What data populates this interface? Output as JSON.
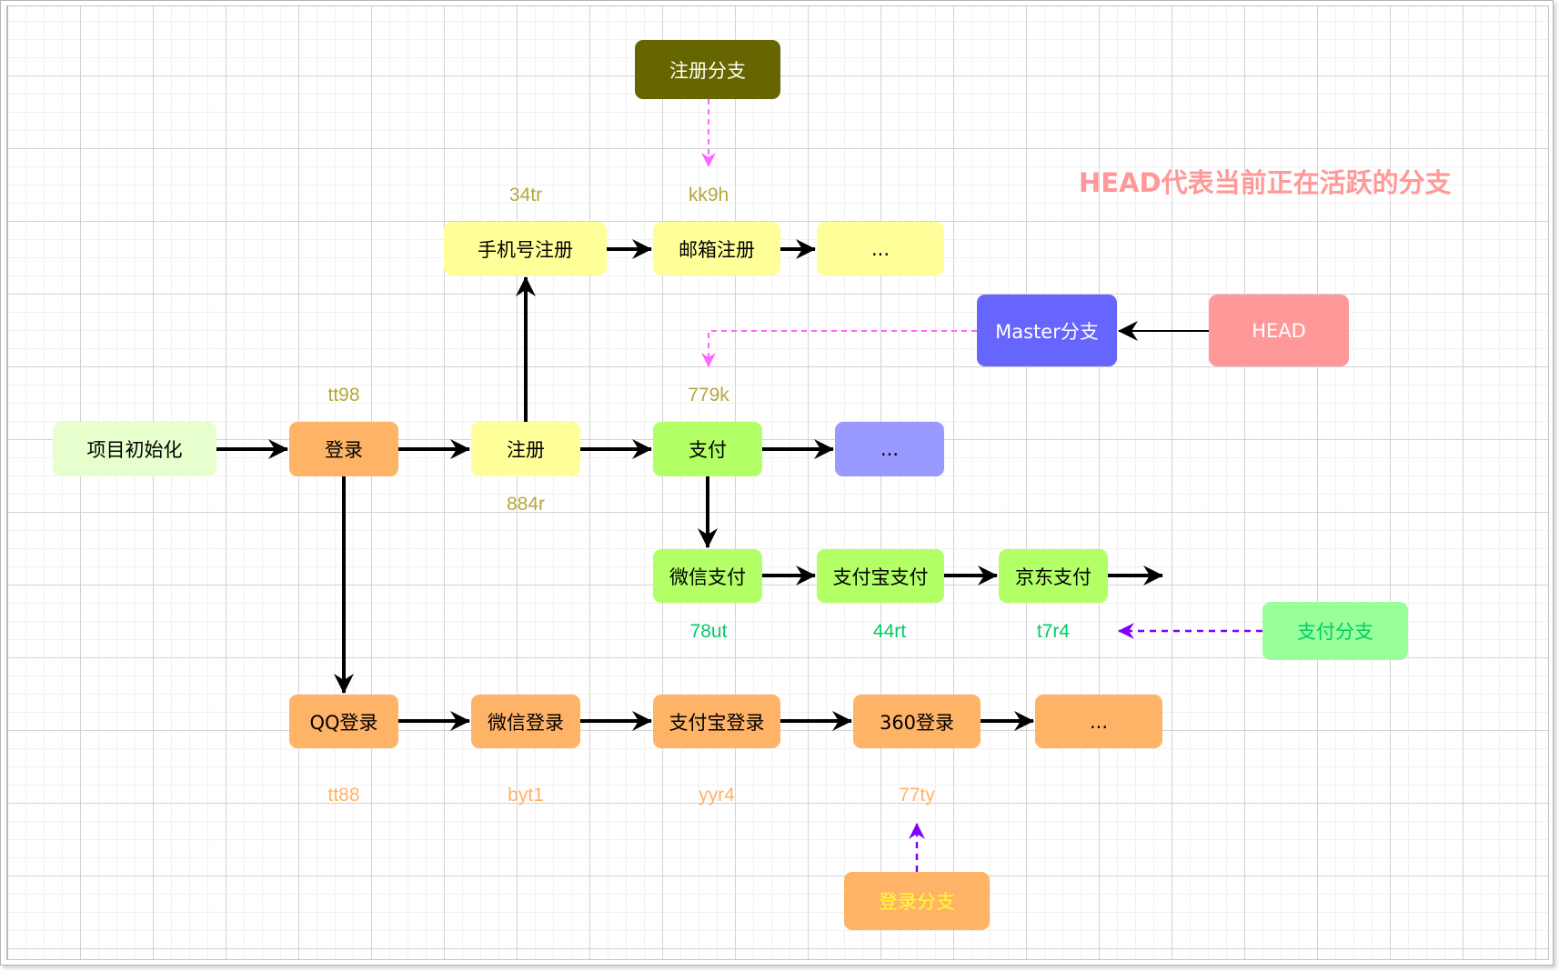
{
  "title": "HEAD代表当前正在活跃的分支",
  "colors": {
    "arrow": "#000000",
    "register_pointer": "#ff66ff",
    "branch_pointer": "#7f00ff",
    "commit_label_olive": "#b3a83b",
    "commit_label_green": "#00cc66",
    "commit_label_orange": "#ffb366",
    "title": "#ff9999"
  },
  "main_line": {
    "nodes": [
      {
        "label": "项目初始化"
      },
      {
        "label": "登录",
        "commit": "tt98"
      },
      {
        "label": "注册",
        "commit": "884r"
      },
      {
        "label": "支付",
        "commit": "779k"
      },
      {
        "label": "..."
      }
    ]
  },
  "register_line": {
    "nodes": [
      {
        "label": "手机号注册",
        "commit": "34tr"
      },
      {
        "label": "邮箱注册",
        "commit": "kk9h"
      },
      {
        "label": "..."
      }
    ],
    "branch": "注册分支"
  },
  "payment_line": {
    "nodes": [
      {
        "label": "微信支付",
        "commit": "78ut"
      },
      {
        "label": "支付宝支付",
        "commit": "44rt"
      },
      {
        "label": "京东支付",
        "commit": "t7r4"
      }
    ],
    "branch": "支付分支"
  },
  "login_line": {
    "nodes": [
      {
        "label": "QQ登录",
        "commit": "tt88"
      },
      {
        "label": "微信登录",
        "commit": "byt1"
      },
      {
        "label": "支付宝登录",
        "commit": "yyr4"
      },
      {
        "label": "360登录",
        "commit": "77ty"
      },
      {
        "label": "..."
      }
    ],
    "branch": "登录分支"
  },
  "pointers": {
    "master": "Master分支",
    "head": "HEAD"
  }
}
